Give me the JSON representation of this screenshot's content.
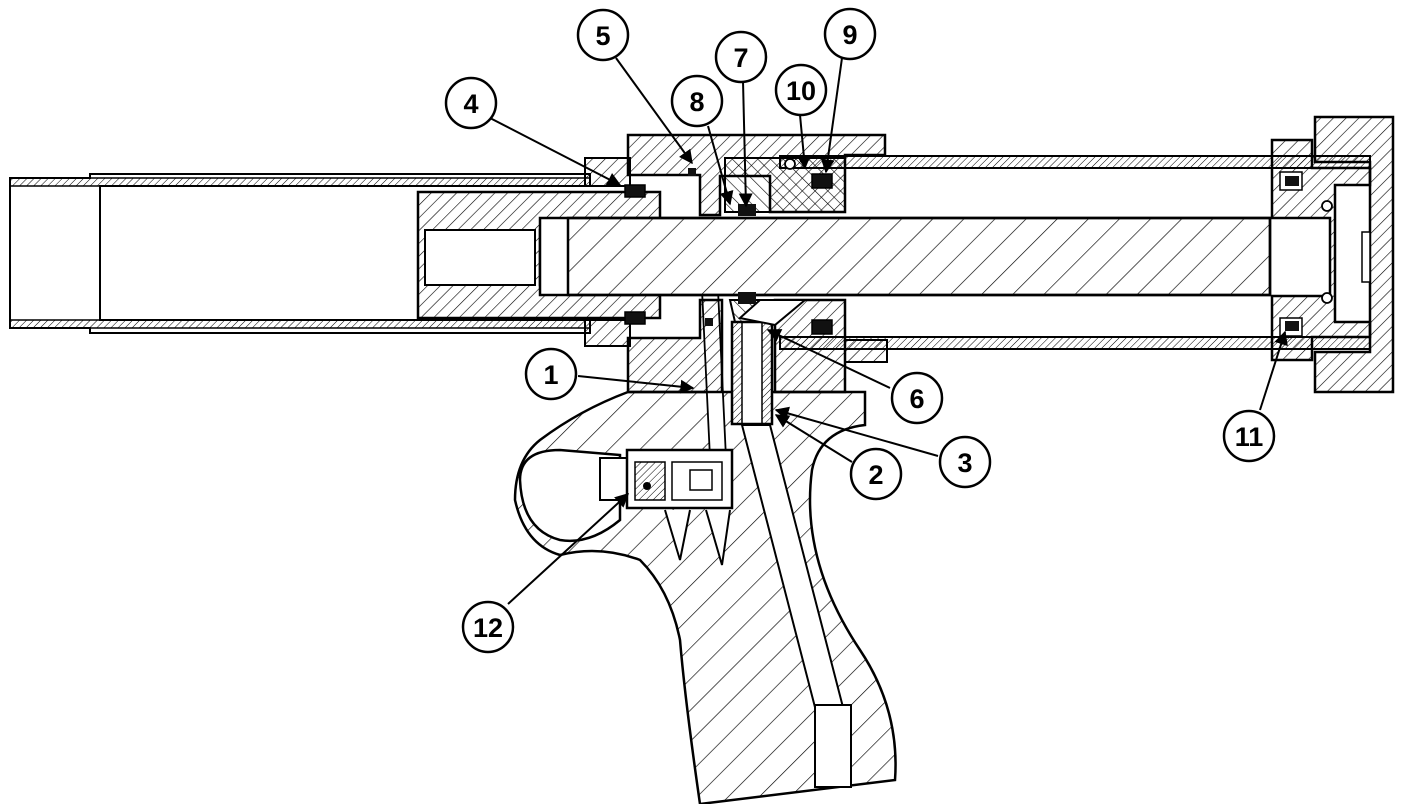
{
  "diagram": {
    "type": "sectional-assembly-drawing",
    "colors": {
      "line": "#000000",
      "hatch": "#000000",
      "background": "#ffffff",
      "seal": "#111111"
    },
    "callouts": [
      {
        "id": "c1",
        "label": "1"
      },
      {
        "id": "c2",
        "label": "2"
      },
      {
        "id": "c3",
        "label": "3"
      },
      {
        "id": "c4",
        "label": "4"
      },
      {
        "id": "c5",
        "label": "5"
      },
      {
        "id": "c6",
        "label": "6"
      },
      {
        "id": "c7",
        "label": "7"
      },
      {
        "id": "c8",
        "label": "8"
      },
      {
        "id": "c9",
        "label": "9"
      },
      {
        "id": "c10",
        "label": "10"
      },
      {
        "id": "c11",
        "label": "11"
      },
      {
        "id": "c12",
        "label": "12"
      }
    ]
  }
}
